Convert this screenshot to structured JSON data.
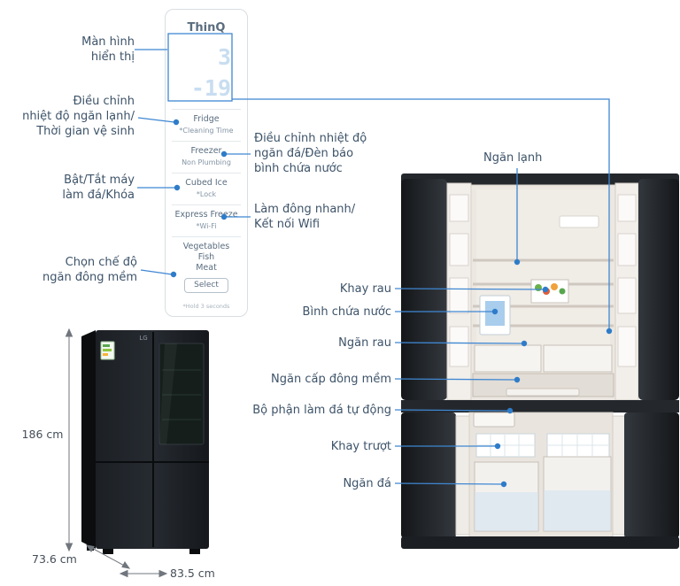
{
  "colors": {
    "accent_blue": "#3f87d2",
    "label_text": "#3d5369",
    "panel_text": "#5a6d7f"
  },
  "panel": {
    "brand": "ThinQ",
    "display": {
      "fridge_temp": "3",
      "freezer_temp": "-19"
    },
    "sections": [
      {
        "line1": "Fridge",
        "line2": "*Cleaning Time"
      },
      {
        "line1": "Freezer",
        "line2": "Non Plumbing"
      },
      {
        "line1": "Cubed Ice",
        "line2": "*Lock"
      },
      {
        "line1": "Express Freeze",
        "line2": "*Wi-Fi"
      }
    ],
    "modes": {
      "line1": "Vegetables",
      "line2": "Fish",
      "line3": "Meat",
      "button_label": "Select"
    },
    "footnote": "*Hold 3 seconds"
  },
  "callouts": {
    "display_screen": "Màn hình\nhiển thị",
    "fridge_temp": "Điều chỉnh\nnhiệt độ ngăn lạnh/\nThời gian vệ sinh",
    "ice_on_off_lock": "Bật/Tắt máy\nlàm đá/Khóa",
    "soft_freeze_mode": "Chọn chế độ\nngăn đông mềm",
    "freezer_temp": "Điều chỉnh nhiệt độ\nngăn đá/Đèn báo\nbình chứa nước",
    "quick_freeze_wifi": "Làm đông nhanh/\nKết nối Wifi",
    "fridge_compartment": "Ngăn lạnh",
    "vegetable_tray": "Khay rau",
    "water_tank": "Bình chứa nước",
    "vegetable_compartment": "Ngăn rau",
    "soft_freezing_compartment": "Ngăn cấp đông mềm",
    "auto_ice_maker": "Bộ phận làm đá tự động",
    "slide_tray": "Khay trượt",
    "freezer_compartment": "Ngăn đá"
  },
  "closed_fridge": {
    "brand": "LG"
  },
  "dimensions": {
    "height": "186 cm",
    "depth": "73.6 cm",
    "width": "83.5 cm"
  }
}
